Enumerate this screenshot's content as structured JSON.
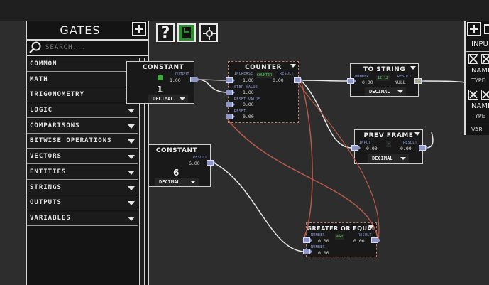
{
  "panel": {
    "title": "GATES",
    "search_placeholder": "SEARCH...",
    "categories": [
      {
        "label": "COMMON"
      },
      {
        "label": "MATH"
      },
      {
        "label": "TRIGONOMETRY"
      },
      {
        "label": "LOGIC"
      },
      {
        "label": "COMPARISONS"
      },
      {
        "label": "BITWISE OPERATIONS"
      },
      {
        "label": "VECTORS"
      },
      {
        "label": "ENTITIES"
      },
      {
        "label": "STRINGS"
      },
      {
        "label": "OUTPUTS"
      },
      {
        "label": "VARIABLES"
      }
    ]
  },
  "toolbar": {
    "help_label": "?"
  },
  "nodes": {
    "constant_top": {
      "title": "CONSTANT",
      "out_label": "OUTPUT",
      "out_value": "1.00",
      "value": "1",
      "format": "DECIMAL"
    },
    "counter": {
      "title": "COUNTER",
      "in_label": "INCREASE",
      "in_value": "1.00",
      "badge": "COUNTER",
      "out_label": "RESULT",
      "out_value": "0.00",
      "step_label": "STEP VALUE",
      "step_value": "1.00",
      "reset_label": "RESET VALUE",
      "reset_value": "0.00",
      "max_label": "RESET",
      "max_value": "0.00"
    },
    "to_string": {
      "title": "TO STRING",
      "in_label": "NUMBER",
      "in_value": "0.00",
      "badge": "12.12",
      "out_label": "RESULT",
      "out_value": "NULL",
      "format": "DECIMAL"
    },
    "prev_frame": {
      "title": "PREV FRAME",
      "in_label": "INPUT",
      "in_value": "0.00",
      "badge": "↶",
      "out_label": "RESULT",
      "out_value": "0.00",
      "format": "DECIMAL"
    },
    "constant_bottom": {
      "title": "CONSTANT",
      "out_label": "RESULT",
      "out_value": "6.00",
      "value": "6",
      "format": "DECIMAL"
    },
    "greater_equal": {
      "title": "GREATER OR EQUAL",
      "a_label": "NUMBER",
      "a_value": "0.00",
      "badge": "A≥B",
      "out_label": "RESULT",
      "out_value": "0.00",
      "b_label": "NUMBER",
      "b_value": "0.00"
    }
  },
  "right_panel": {
    "line1": "INPU",
    "line2": "NAME",
    "line3": "TYPE",
    "line4": "NAME",
    "line5": "TYPE",
    "line6": "VAR"
  },
  "colors": {
    "wire": "#e8e8e8",
    "wire_active": "#b55a4b",
    "port": "#8d97c9",
    "save_green": "#2e8a2e",
    "badge_green": "#4fd34f"
  }
}
